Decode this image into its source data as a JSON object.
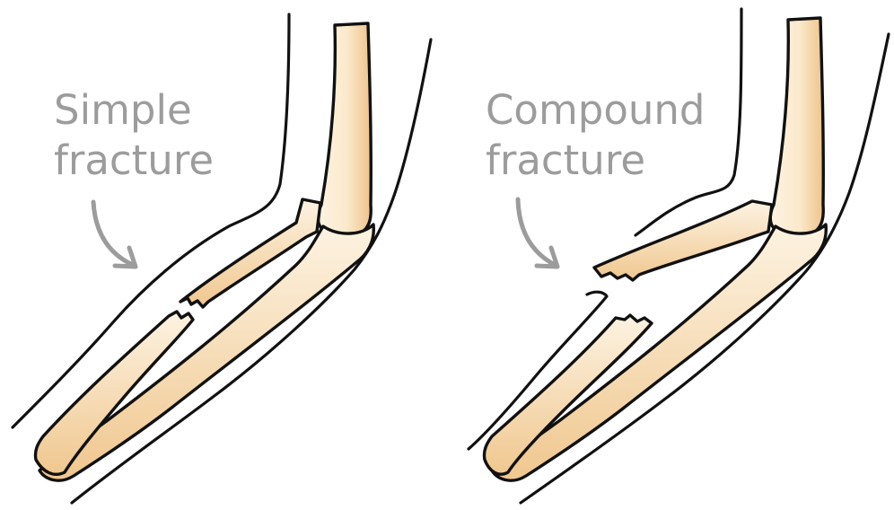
{
  "panels": [
    {
      "label_line1": "Simple",
      "label_line2": "fracture"
    },
    {
      "label_line1": "Compound",
      "label_line2": "fracture"
    }
  ],
  "colors": {
    "bone_fill": "#fcefd8",
    "bone_shade": "#f1c88e",
    "outline": "#111111",
    "label": "#9c9c9c"
  }
}
